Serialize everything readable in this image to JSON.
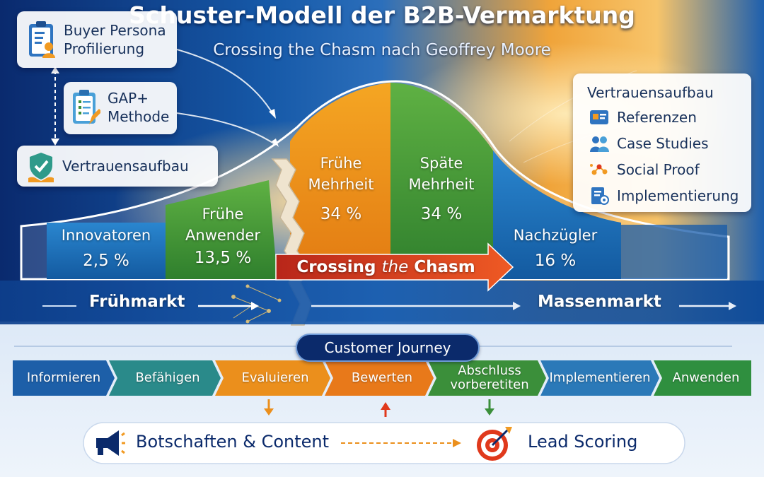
{
  "header": {
    "title": "Schuster-Modell der B2B-Vermarktung",
    "subtitle": "Crossing the Chasm nach Geoffrey Moore"
  },
  "left_cards": [
    {
      "icon": "clipboard-persona-icon",
      "line1": "Buyer Persona",
      "line2": "Profilierung"
    },
    {
      "icon": "clipboard-pencil-icon",
      "line1": "GAP+",
      "line2": "Methode"
    },
    {
      "icon": "shield-check-icon",
      "line1": "Vertrauensaufbau"
    }
  ],
  "trust_panel": {
    "heading": "Vertrauensaufbau",
    "items": [
      {
        "icon": "reference-card-icon",
        "label": "Referenzen"
      },
      {
        "icon": "people-icon",
        "label": "Case Studies"
      },
      {
        "icon": "network-icon",
        "label": "Social Proof"
      },
      {
        "icon": "document-gear-icon",
        "label": "Implementierung"
      }
    ]
  },
  "segments": [
    {
      "name": "Innovatoren",
      "value": "2,5 %",
      "share": 2.5,
      "color": "#1b6bb0"
    },
    {
      "name_line1": "Frühe",
      "name_line2": "Anwender",
      "value": "13,5 %",
      "share": 13.5,
      "color": "#2e8a3c"
    },
    {
      "name_line1": "Frühe",
      "name_line2": "Mehrheit",
      "value": "34 %",
      "share": 34,
      "color": "#e8891a"
    },
    {
      "name_line1": "Späte",
      "name_line2": "Mehrheit",
      "value": "34 %",
      "share": 34,
      "color": "#3e9a34"
    },
    {
      "name": "Nachzügler",
      "value": "16 %",
      "share": 16,
      "color": "#1a6fb5"
    }
  ],
  "chasm": {
    "word1": "Crossing",
    "word2": "the",
    "word3": "Chasm"
  },
  "markets": {
    "early": "Frühmarkt",
    "mass": "Massenmarkt"
  },
  "journey": {
    "title": "Customer Journey",
    "steps": [
      {
        "label": "Informieren",
        "color": "#1d5fa8"
      },
      {
        "label": "Befähigen",
        "color": "#2a8a8a"
      },
      {
        "label": "Evaluieren",
        "color": "#eb8f1c"
      },
      {
        "label": "Bewerten",
        "color": "#e8791a"
      },
      {
        "label_line1": "Abschluss",
        "label_line2": "vorberetiten",
        "color": "#3b8f3a"
      },
      {
        "label": "Implementieren",
        "color": "#2b79b8"
      },
      {
        "label": "Anwenden",
        "color": "#2f8f3f"
      }
    ]
  },
  "bottom_bar": {
    "left_icon": "megaphone-icon",
    "left_label": "Botschaften & Content",
    "right_icon": "target-icon",
    "right_label": "Lead Scoring"
  },
  "colors": {
    "navy": "#0b2a6b",
    "chasm_red": "#e0391c",
    "orange": "#eb8f1c",
    "green": "#3b8f3a",
    "text_dark": "#17305a"
  }
}
